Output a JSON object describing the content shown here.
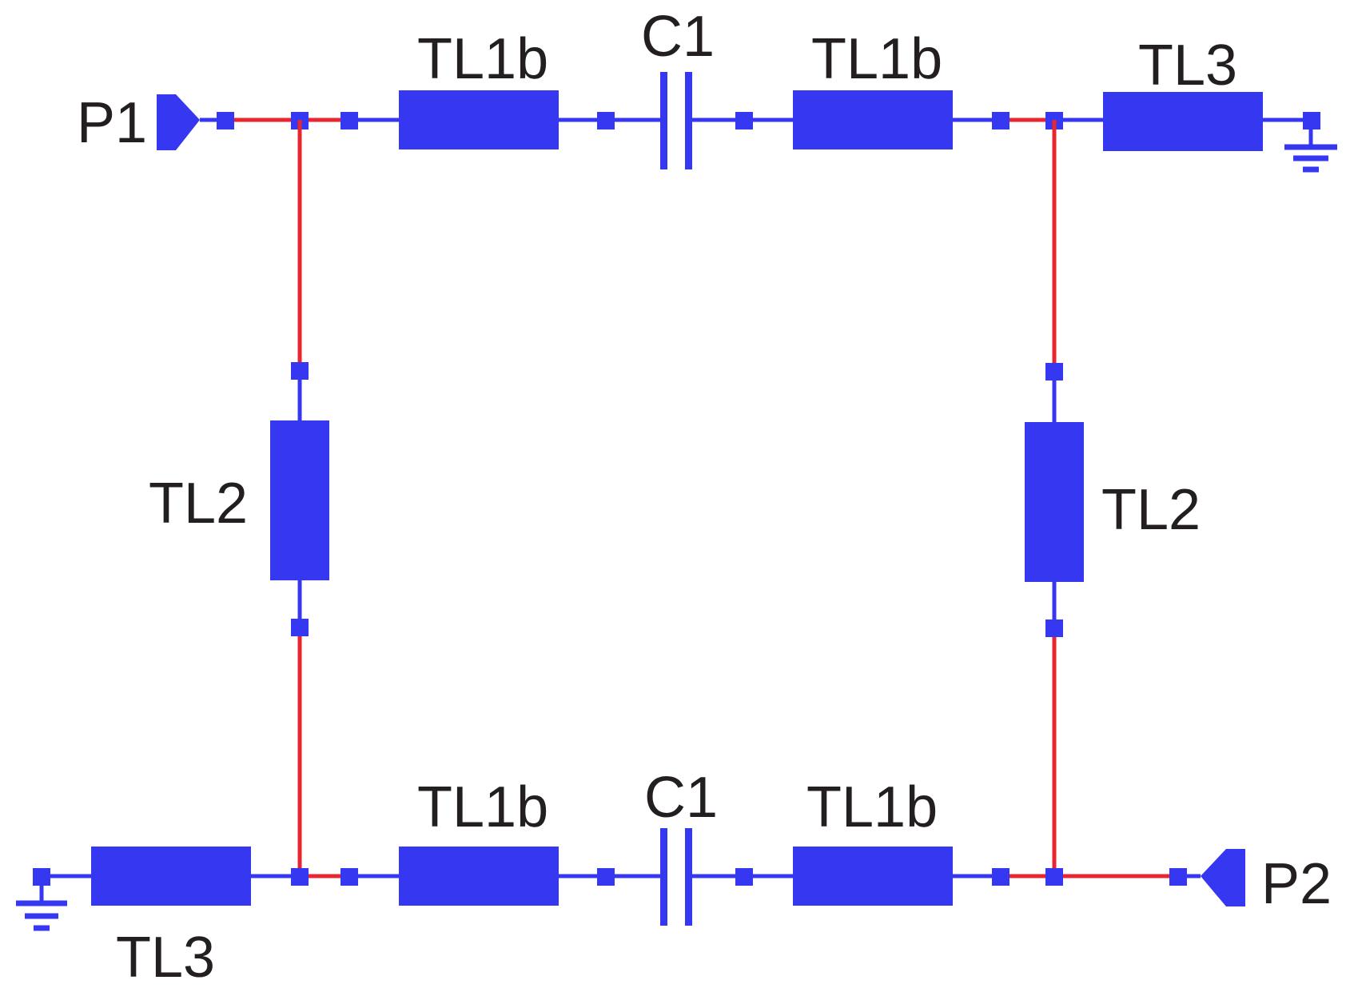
{
  "components": {
    "port_1": "P1",
    "port_2": "P2",
    "tl1b_top_left": "TL1b",
    "c1_top": "C1",
    "tl1b_top_right": "TL1b",
    "tl3_top": "TL3",
    "tl2_left": "TL2",
    "tl2_right": "TL2",
    "tl1b_bottom_left": "TL1b",
    "c1_bottom": "C1",
    "tl1b_bottom_right": "TL1b",
    "tl3_bottom": "TL3"
  },
  "colors": {
    "component": "#3538f0",
    "wire_highlight": "#e8262f",
    "label_text": "#231f20"
  }
}
